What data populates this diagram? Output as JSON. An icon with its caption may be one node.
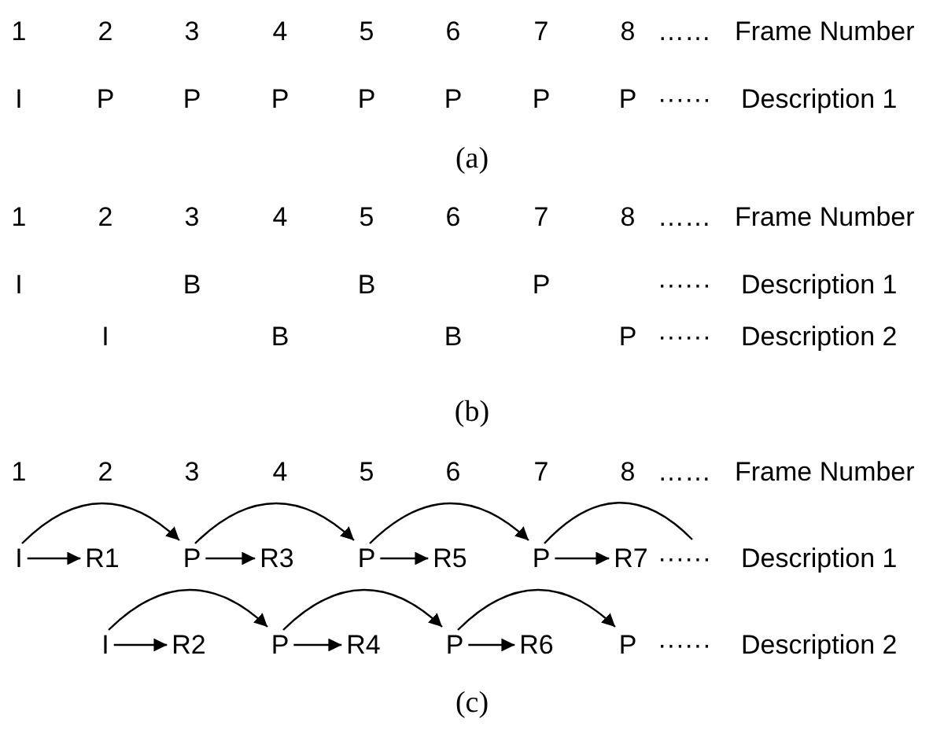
{
  "diagram": {
    "nodes": [
      {
        "text": [
          "I"
        ]
      },
      {
        "text": [
          "R1"
        ]
      },
      {
        "text": [
          "P"
        ]
      },
      {
        "text": [
          "R3"
        ]
      },
      {
        "text": [
          "P"
        ]
      },
      {
        "text": [
          "R5"
        ]
      },
      {
        "text": [
          "P"
        ]
      },
      {
        "text": [
          "R7"
        ]
      },
      {
        "text": [
          "I"
        ]
      },
      {
        "text": [
          "R2"
        ]
      },
      {
        "text": [
          "P"
        ]
      },
      {
        "text": [
          "R4"
        ]
      },
      {
        "text": [
          "P"
        ]
      },
      {
        "text": [
          "R6"
        ]
      },
      {
        "text": [
          "P"
        ]
      }
    ],
    "edges": [
      {
        "from": 0,
        "to": 1,
        "arrow": "to"
      },
      {
        "from": 0,
        "to": 2,
        "arrow": "to"
      },
      {
        "from": 2,
        "to": 3,
        "arrow": "to"
      },
      {
        "from": 2,
        "to": 4,
        "arrow": "to"
      },
      {
        "from": 4,
        "to": 5,
        "arrow": "to"
      },
      {
        "from": 4,
        "to": 6,
        "arrow": "to"
      },
      {
        "from": 6,
        "to": 7,
        "arrow": "to"
      },
      {
        "from": 6,
        "to": null,
        "arrow": "none"
      },
      {
        "from": 8,
        "to": 9,
        "arrow": "to"
      },
      {
        "from": 8,
        "to": 10,
        "arrow": "to"
      },
      {
        "from": 10,
        "to": 11,
        "arrow": "to"
      },
      {
        "from": 10,
        "to": 12,
        "arrow": "to"
      },
      {
        "from": 12,
        "to": 13,
        "arrow": "to"
      },
      {
        "from": 12,
        "to": 14,
        "arrow": "to"
      }
    ],
    "labels": [
      "1",
      "2",
      "3",
      "4",
      "5",
      "6",
      "7",
      "8",
      "……",
      "Frame Number",
      "I",
      "P",
      "P",
      "P",
      "P",
      "P",
      "P",
      "P",
      "······",
      "Description 1",
      "(a)",
      "1",
      "2",
      "3",
      "4",
      "5",
      "6",
      "7",
      "8",
      "……",
      "Frame Number",
      "I",
      "B",
      "B",
      "P",
      "······",
      "Description 1",
      "I",
      "B",
      "B",
      "P",
      "······",
      "Description 2",
      "(b)",
      "1",
      "2",
      "3",
      "4",
      "5",
      "6",
      "7",
      "8",
      "……",
      "Frame Number",
      "······",
      "Description 1",
      "······",
      "Description 2",
      "(c)"
    ]
  }
}
